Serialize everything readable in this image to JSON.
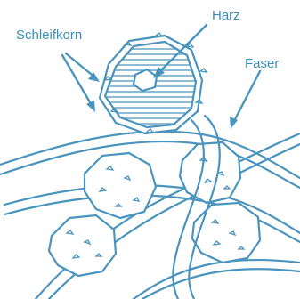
{
  "labels": {
    "grain": "Schleifkorn",
    "resin": "Harz",
    "fiber": "Faser"
  },
  "colors": {
    "line": "#4a94bd",
    "text": "#3d8fb8",
    "background": "#ffffff"
  }
}
